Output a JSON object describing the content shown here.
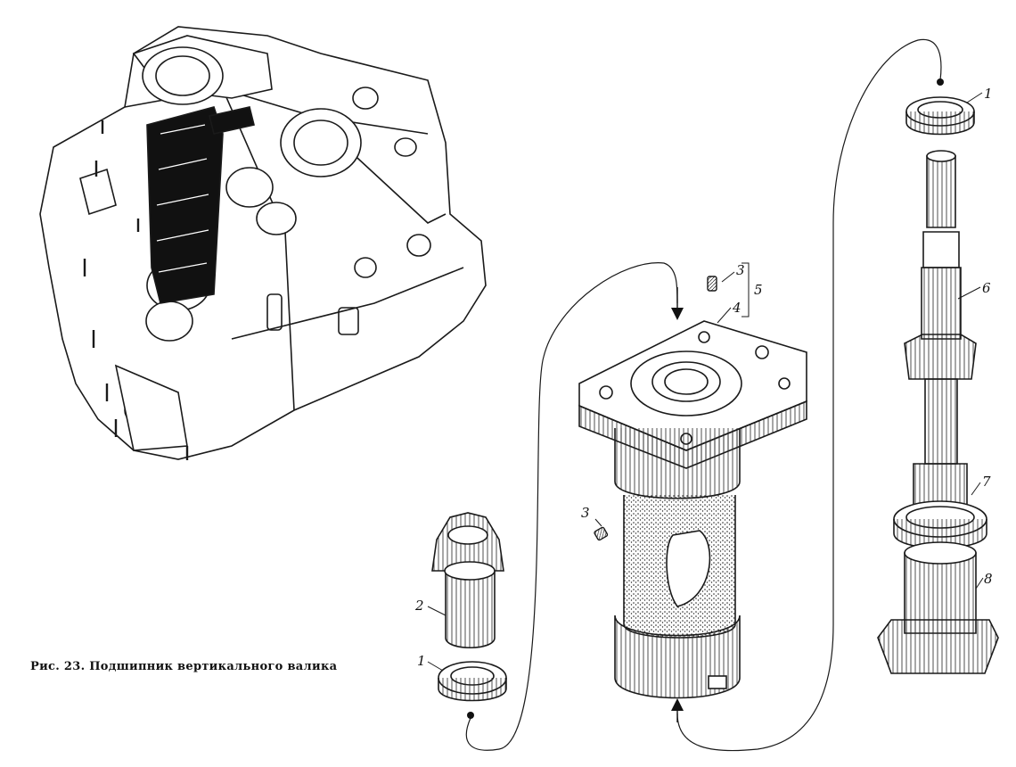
{
  "caption": "Рис. 23. Подшипник вертикального валика",
  "callouts": {
    "c1_top": "1",
    "c6": "6",
    "c7": "7",
    "c8": "8",
    "c3_top": "3",
    "c4": "4",
    "c5": "5",
    "c3_mid": "3",
    "c2": "2",
    "c1_bottom": "1"
  },
  "colors": {
    "ink": "#1a1a1a",
    "paper": "#ffffff",
    "shade": "#333333"
  }
}
